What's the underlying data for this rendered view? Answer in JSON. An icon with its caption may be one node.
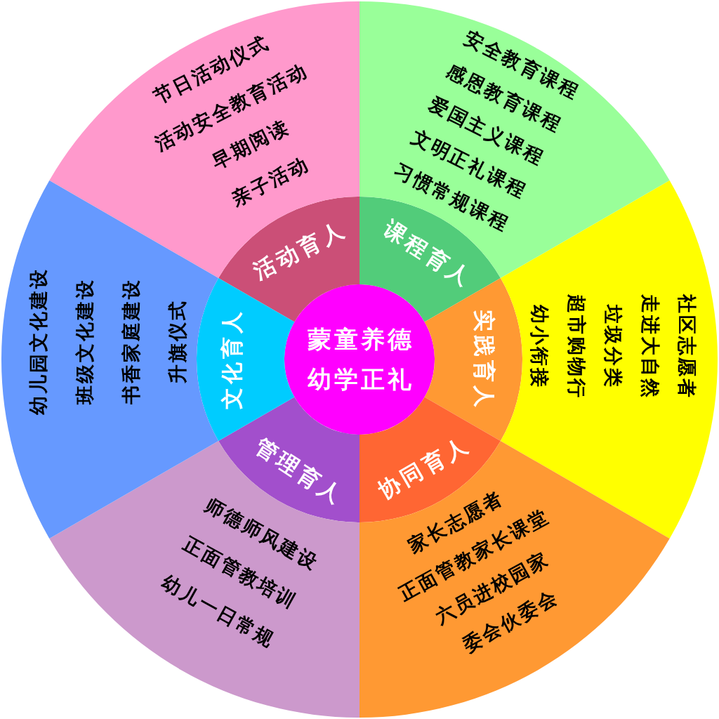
{
  "diagram": {
    "nodes": [
      {
        "text": [
          "蒙童养德",
          "幼学正礼"
        ]
      },
      {
        "text": [
          "活动育人"
        ]
      },
      {
        "text": [
          "课程育人"
        ]
      },
      {
        "text": [
          "实践育人"
        ]
      },
      {
        "text": [
          "协同育人"
        ]
      },
      {
        "text": [
          "管理育人"
        ]
      },
      {
        "text": [
          "文化育人"
        ]
      },
      {
        "text": [
          "节日活动仪式",
          "活动安全教育活动",
          "早期阅读",
          "亲子活动"
        ]
      },
      {
        "text": [
          "安全教育课程",
          "感恩教育课程",
          "爱国主义课程",
          "文明正礼课程",
          "习惯常规课程"
        ]
      },
      {
        "text": [
          "社区志愿者",
          "走进大自然",
          "垃圾分类",
          "超市购物行",
          "幼小衔接"
        ]
      },
      {
        "text": [
          "家长志愿者",
          "正面管教家长课堂",
          "六员进校园家",
          "委会伙委会"
        ]
      },
      {
        "text": [
          "师德师风建设",
          "正面管教培训",
          "幼儿一日常规"
        ]
      },
      {
        "text": [
          "幼儿园文化建设",
          "班级文化建设",
          "书香家庭建设",
          "升旗仪式"
        ]
      }
    ]
  }
}
